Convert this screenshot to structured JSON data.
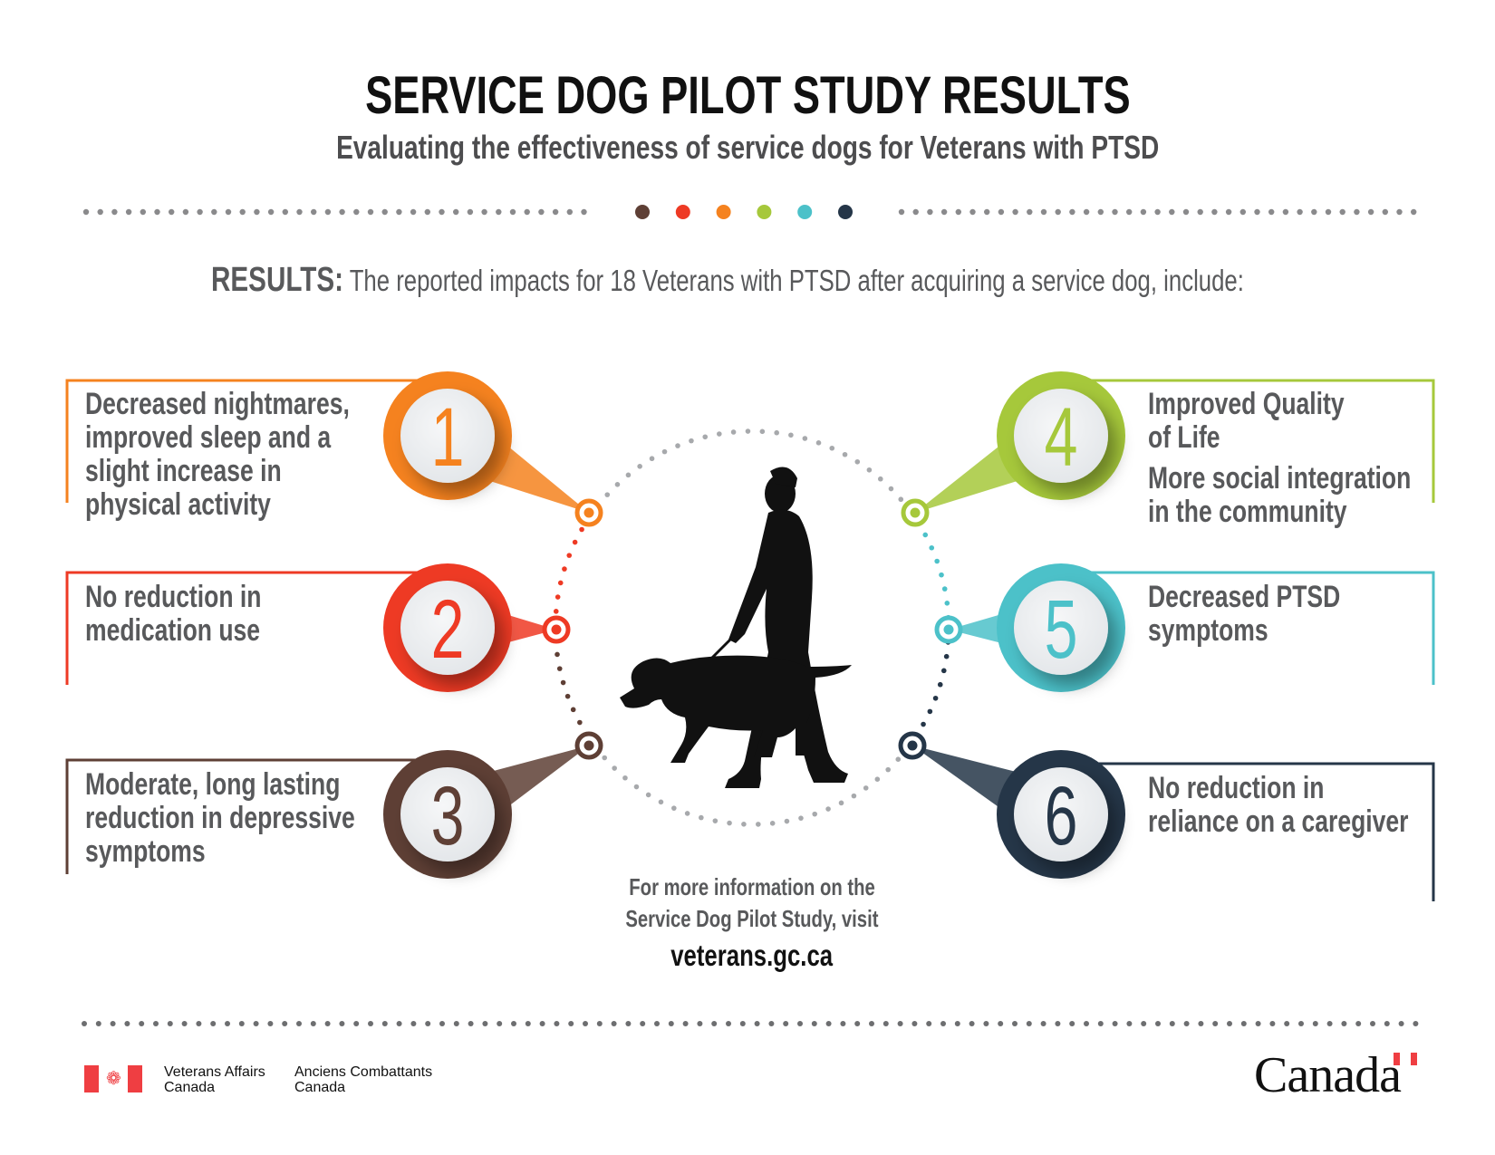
{
  "header": {
    "title": "SERVICE DOG PILOT STUDY RESULTS",
    "subtitle": "Evaluating the effectiveness of service dogs for Veterans with PTSD"
  },
  "results": {
    "label": "RESULTS:",
    "text": "The reported impacts for 18 Veterans with PTSD after acquiring a service dog, include:"
  },
  "colors": {
    "orange": "#f5821f",
    "red": "#ee3a24",
    "brown": "#5e3f35",
    "green": "#a6c83b",
    "teal": "#4cc1c9",
    "navy": "#253648"
  },
  "items": [
    {
      "number": "1",
      "lines": [
        "Decreased nightmares,",
        "improved sleep and a",
        "slight increase in",
        "physical activity"
      ]
    },
    {
      "number": "2",
      "lines": [
        "No reduction in",
        "medication use"
      ]
    },
    {
      "number": "3",
      "lines": [
        "Moderate, long lasting",
        "reduction in depressive",
        "symptoms"
      ]
    },
    {
      "number": "4",
      "lines": [
        "Improved Quality",
        "of Life",
        "More social integration",
        "in the community"
      ]
    },
    {
      "number": "5",
      "lines": [
        "Decreased PTSD",
        "symptoms"
      ]
    },
    {
      "number": "6",
      "lines": [
        "No reduction in",
        "reliance on a caregiver"
      ]
    }
  ],
  "footer": {
    "more_line1": "For more information on the",
    "more_line2": "Service Dog Pilot Study, visit",
    "url": "veterans.gc.ca",
    "signature_en_1": "Veterans Affairs",
    "signature_en_2": "Canada",
    "signature_fr_1": "Anciens Combattants",
    "signature_fr_2": "Canada",
    "wordmark": "Canada"
  }
}
